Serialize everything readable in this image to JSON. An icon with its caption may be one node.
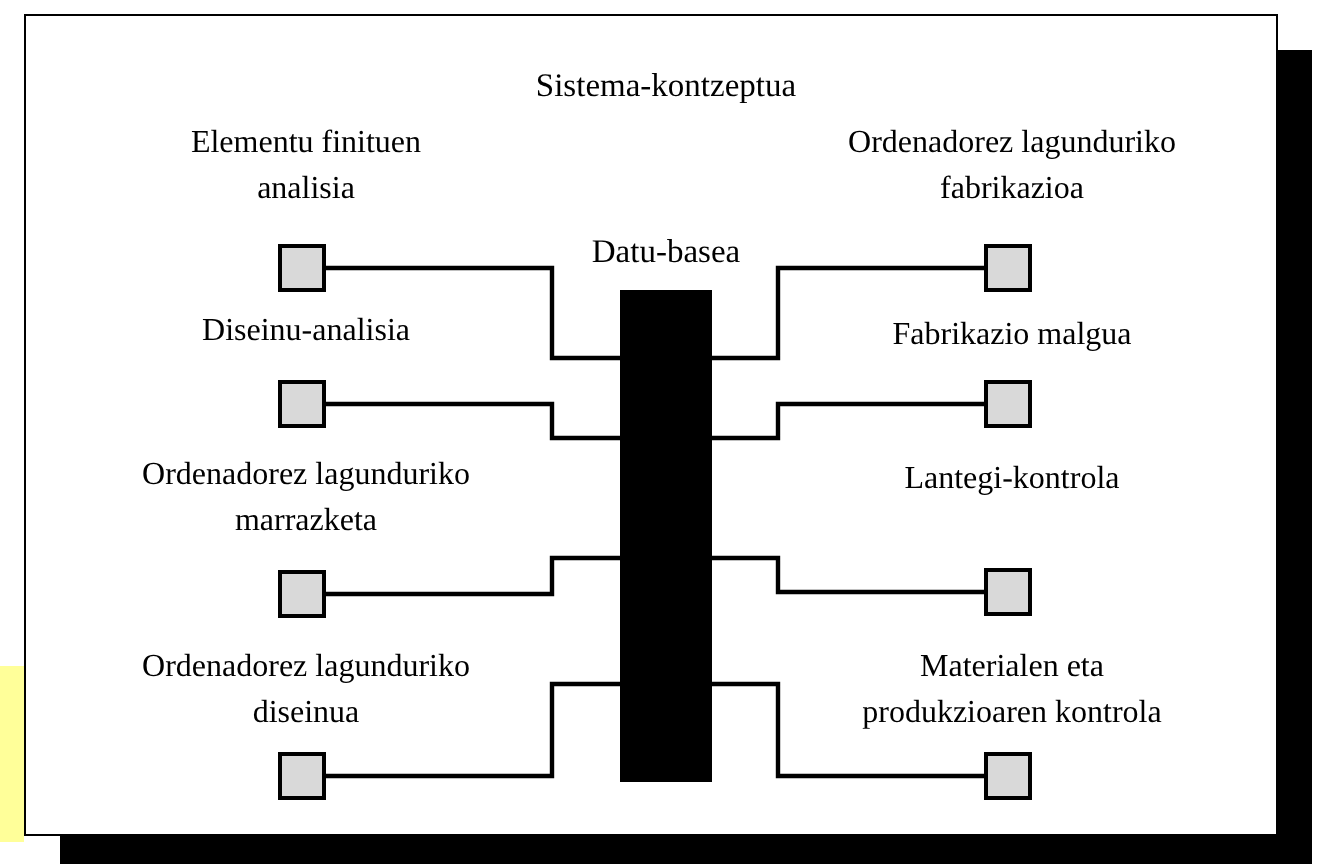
{
  "diagram": {
    "nodes": [
      {
        "text": [
          "Sistema-kontzeptua"
        ]
      },
      {
        "text": [
          "Datu-basea"
        ],
        "in": 0
      },
      {
        "text": [
          "Elementu finituen analisia"
        ],
        "in": 0
      },
      {
        "text": [
          "Diseinu-analisia"
        ],
        "in": 0
      },
      {
        "text": [
          "Ordenadorez lagunduriko marrazketa"
        ],
        "in": 0
      },
      {
        "text": [
          "Ordenadorez lagunduriko diseinua"
        ],
        "in": 0
      },
      {
        "text": [
          "Ordenadorez lagunduriko fabrikazioa"
        ],
        "in": 0
      },
      {
        "text": [
          "Fabrikazio malgua"
        ],
        "in": 0
      },
      {
        "text": [
          "Lantegi-kontrola"
        ],
        "in": 0
      },
      {
        "text": [
          "Materialen eta produkzioaren kontrola"
        ],
        "in": 0
      }
    ],
    "edges": [
      {
        "from": 1,
        "to": 2,
        "arrow": "none"
      },
      {
        "from": 1,
        "to": 3,
        "arrow": "none"
      },
      {
        "from": 1,
        "to": 4,
        "arrow": "none"
      },
      {
        "from": 1,
        "to": 5,
        "arrow": "none"
      },
      {
        "from": 1,
        "to": 6,
        "arrow": "none"
      },
      {
        "from": 1,
        "to": 7,
        "arrow": "none"
      },
      {
        "from": 1,
        "to": 8,
        "arrow": "none"
      },
      {
        "from": 1,
        "to": 9,
        "arrow": "none"
      }
    ]
  }
}
